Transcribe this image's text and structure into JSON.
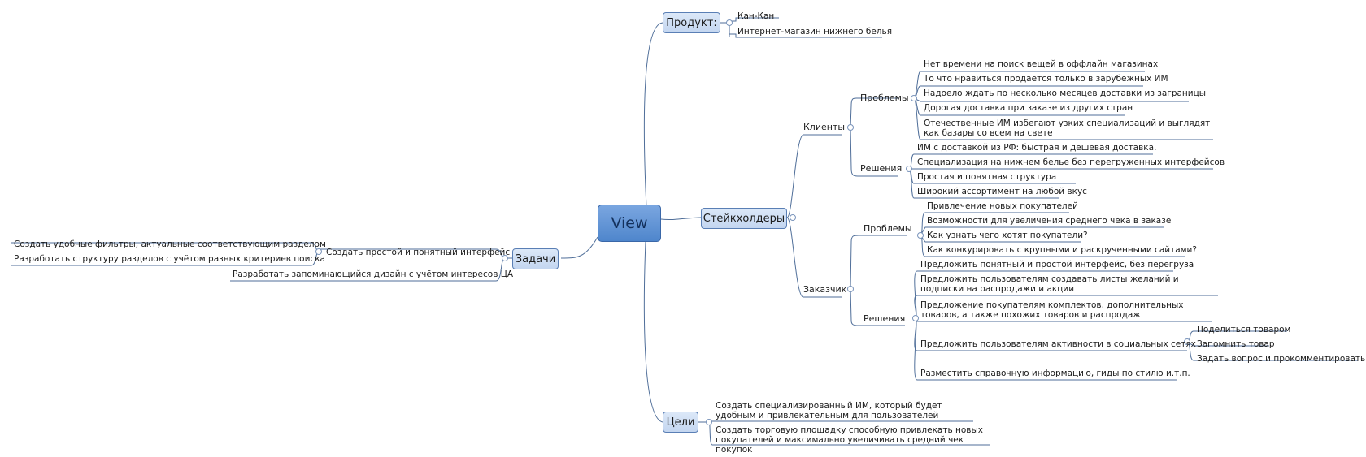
{
  "root": "View",
  "product": {
    "title": "Продукт:",
    "items": [
      "Кан-Кан",
      "Интернет-магазин нижнего белья"
    ]
  },
  "stakeholders": {
    "title": "Стейкхолдеры",
    "clients": {
      "title": "Клиенты",
      "problems_title": "Проблемы",
      "problems": [
        "Нет времени на поиск вещей в оффлайн магазинах",
        "То что нравиться продаётся только в зарубежных ИМ",
        "Надоело ждать по несколько месяцев доставки из заграницы",
        "Дорогая доставка при заказе из других стран",
        "Отечественные ИМ избегают узких специализаций и выглядят как базары со всем на свете"
      ],
      "solutions_title": "Решения",
      "solutions": [
        "ИМ с доставкой из РФ: быстрая и дешевая доставка.",
        "Специализация на нижнем белье без перегруженных интерфейсов",
        "Простая и понятная структура",
        "Широкий ассортимент на любой вкус"
      ]
    },
    "customer": {
      "title": "Заказчик",
      "problems_title": "Проблемы",
      "problems": [
        "Привлечение новых покупателей",
        "Возможности для увеличения среднего чека в заказе",
        "Как узнать чего хотят покупатели?",
        "Как конкурировать с крупными и раскрученными сайтами?"
      ],
      "solutions_title": "Решения",
      "solutions": [
        "Предложить понятный и простой интерфейс, без перегруза",
        "Предложить пользователям создавать листы желаний и подписки на распродажи и акции",
        "Предложение покупателям комплектов, дополнительных товаров, а также похожих товаров и распродаж",
        "Предложить пользователям активности в социальных сетях",
        "Разместить справочную информацию, гиды по стилю и.т.п."
      ],
      "social": [
        "Поделиться товаром",
        "Запомнить товар",
        "Задать вопрос и прокомментировать"
      ]
    }
  },
  "goals": {
    "title": "Цели",
    "items": [
      "Создать специализированный ИМ, который будет удобным и привлекательным для пользователей",
      "Создать торговую площадку способную привлекать новых покупателей и максимально увеличивать средний чек покупок"
    ]
  },
  "tasks": {
    "title": "Задачи",
    "interface": "Создать простой и понятный интерфейс",
    "interface_items": [
      "Создать удобные фильтры, актуальные соответствующим разделом",
      "Разработать структуру разделов с учётом разных критериев поиска"
    ],
    "design": "Разработать запоминающийся дизайн с учётом интересов ЦА"
  }
}
